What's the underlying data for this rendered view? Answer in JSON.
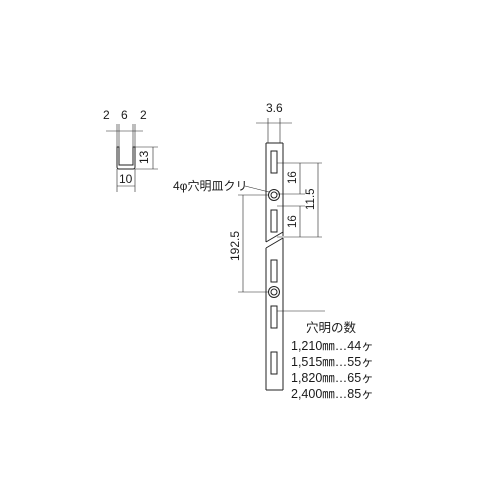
{
  "cross_section": {
    "top_dims": [
      "2",
      "6",
      "2"
    ],
    "height": "13",
    "width": "10"
  },
  "rail": {
    "thickness": "3.6",
    "slot_length": "16",
    "slot_gap": "11.5",
    "hole_pitch": "192.5",
    "hole_label": "4φ穴明皿クリ"
  },
  "hole_count": {
    "title": "穴明の数",
    "rows": [
      "1,210㎜…44ヶ",
      "1,515㎜…55ヶ",
      "1,820㎜…65ヶ",
      "2,400㎜…85ヶ"
    ]
  }
}
